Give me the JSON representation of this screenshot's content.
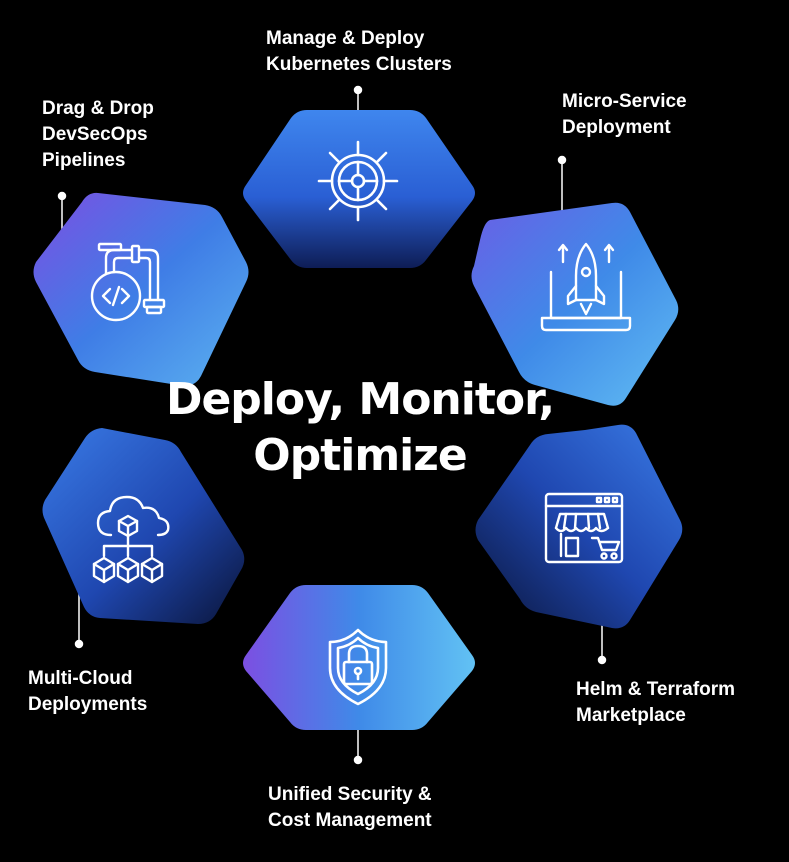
{
  "title": {
    "line1": "Deploy, Monitor,",
    "line2": "Optimize"
  },
  "nodes": [
    {
      "id": "kubernetes",
      "icon": "ship-wheel-icon",
      "label_lines": [
        "Manage & Deploy",
        "Kubernetes Clusters"
      ]
    },
    {
      "id": "microservice",
      "icon": "rocket-laptop-icon",
      "label_lines": [
        "Micro-Service",
        "Deployment"
      ]
    },
    {
      "id": "marketplace",
      "icon": "storefront-browser-icon",
      "label_lines": [
        "Helm & Terraform",
        "Marketplace"
      ]
    },
    {
      "id": "security",
      "icon": "shield-lock-icon",
      "label_lines": [
        "Unified Security &",
        "Cost Management"
      ]
    },
    {
      "id": "multicloud",
      "icon": "cloud-network-icon",
      "label_lines": [
        "Multi-Cloud",
        "Deployments"
      ]
    },
    {
      "id": "pipelines",
      "icon": "pipeline-code-icon",
      "label_lines": [
        "Drag & Drop",
        "DevSecOps",
        "Pipelines"
      ]
    }
  ],
  "colors": {
    "background": "#000000",
    "text": "#ffffff",
    "gradient_light": "#5fb3f2",
    "gradient_blue": "#2f6fe0",
    "gradient_purple": "#7a4fe0",
    "gradient_dark": "#0b1640",
    "connector": "#ffffff"
  }
}
